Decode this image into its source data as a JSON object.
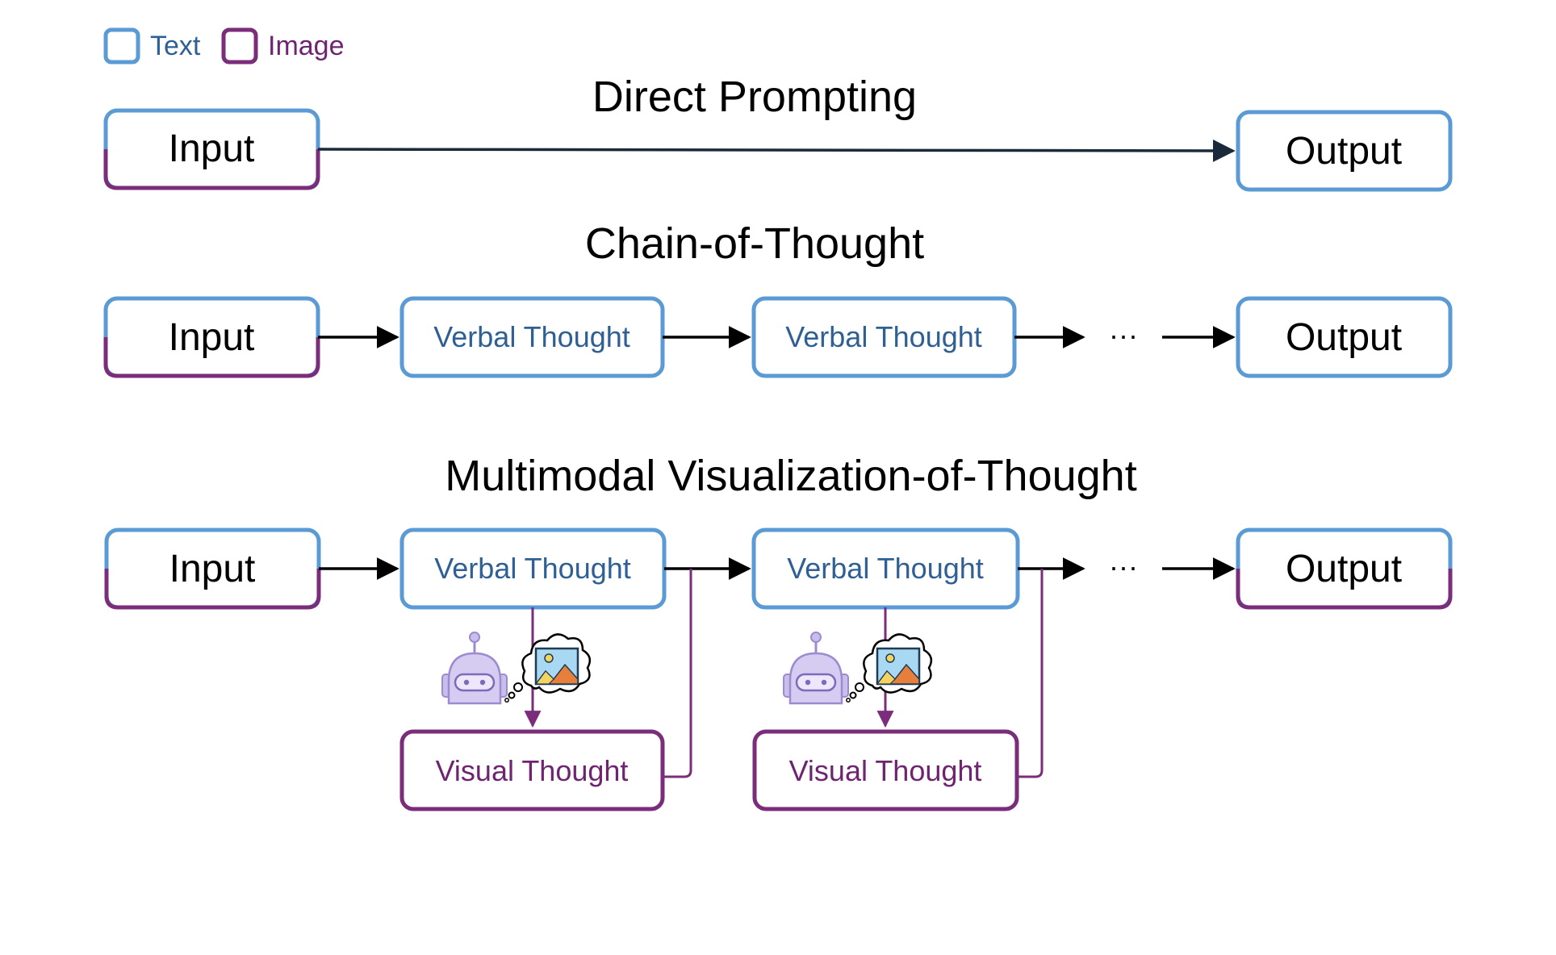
{
  "legend": {
    "text_label": "Text",
    "image_label": "Image"
  },
  "colors": {
    "text_blue": "#5B9BD5",
    "image_purple": "#7B2C7A",
    "blue_font": "#2E5F95",
    "purple_font": "#6E2470",
    "arrow": "#000000",
    "arrow_dark": "#1B2A3A"
  },
  "direct_prompting": {
    "title": "Direct Prompting",
    "input_label": "Input",
    "output_label": "Output"
  },
  "chain_of_thought": {
    "title": "Chain-of-Thought",
    "input_label": "Input",
    "thought1_label": "Verbal Thought",
    "thought2_label": "Verbal Thought",
    "ellipsis": "···",
    "output_label": "Output"
  },
  "mvot": {
    "title": "Multimodal Visualization-of-Thought",
    "input_label": "Input",
    "verbal1_label": "Verbal Thought",
    "verbal2_label": "Verbal Thought",
    "visual1_label": "Visual Thought",
    "visual2_label": "Visual Thought",
    "ellipsis": "···",
    "output_label": "Output",
    "robot_icons": [
      "robot-thinking-image-icon",
      "robot-thinking-image-icon"
    ]
  }
}
